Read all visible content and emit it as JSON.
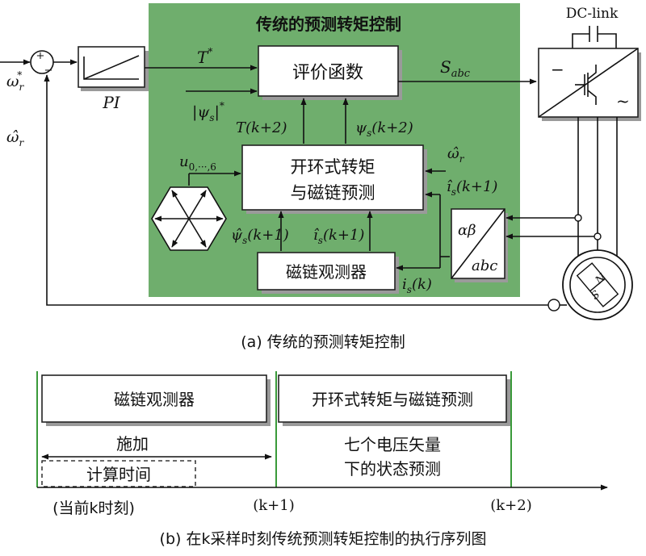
{
  "part_a": {
    "green_title": "传统的预测转矩控制",
    "dc_link": "DC-link",
    "pi_label": "PI",
    "t_ref_base": "T",
    "t_ref_sup": "*",
    "psi_ref_text": "|ψ",
    "psi_ref_sub": "s",
    "psi_ref_close": "|",
    "psi_ref_sup": "*",
    "cost_box": "评价函数",
    "s_abc_base": "S",
    "s_abc_sub": "abc",
    "t_k2": "T(k+2)",
    "psi_k2_base": "ψ",
    "psi_k2_sub": "s",
    "psi_k2_arg": "(k+2)",
    "predict_line1": "开环式转矩",
    "predict_line2": "与磁链预测",
    "u_label_base": "u",
    "u_label_sub": "0,···,6",
    "omega_hat_base": "ω̂",
    "omega_hat_sub": "r",
    "i_hat_k1_base": "î",
    "i_hat_k1_sub": "s",
    "i_hat_k1_arg": "(k+1)",
    "psi_hat_k1_base": "ψ̂",
    "psi_hat_k1_sub": "s",
    "psi_hat_k1_arg": "(k+1)",
    "observer_box": "磁链观测器",
    "i_k_base": "i",
    "i_k_sub": "s",
    "i_k_arg": "(k)",
    "alpha_beta": "αβ",
    "abc": "abc",
    "omega_ref_base": "ω",
    "omega_ref_sub": "r",
    "omega_ref_sup": "*",
    "omega_fb_base": "ω̂",
    "omega_fb_sub": "r",
    "plus_sign": "+",
    "minus_sign": "−",
    "inv_minus": "−",
    "inv_tilde": "~",
    "motor_n": "N",
    "motor_s": "S",
    "caption": "(a) 传统的预测转矩控制"
  },
  "part_b": {
    "observer_box": "磁链观测器",
    "predict_box": "开环式转矩与磁链预测",
    "apply_label": "施加",
    "compute_label": "计算时间",
    "vectors_line1": "七个电压矢量",
    "vectors_line2": "下的状态预测",
    "tick0": "(当前k时刻)",
    "tick1": "(k+1)",
    "tick2": "(k+2)",
    "caption": "(b) 在k采样时刻传统预测转矩控制的执行序列图"
  },
  "colors": {
    "green_panel": "#6fae6d",
    "green_marker": "#3a9a3a",
    "line": "#111111",
    "shadow": "#9a9a9a"
  }
}
